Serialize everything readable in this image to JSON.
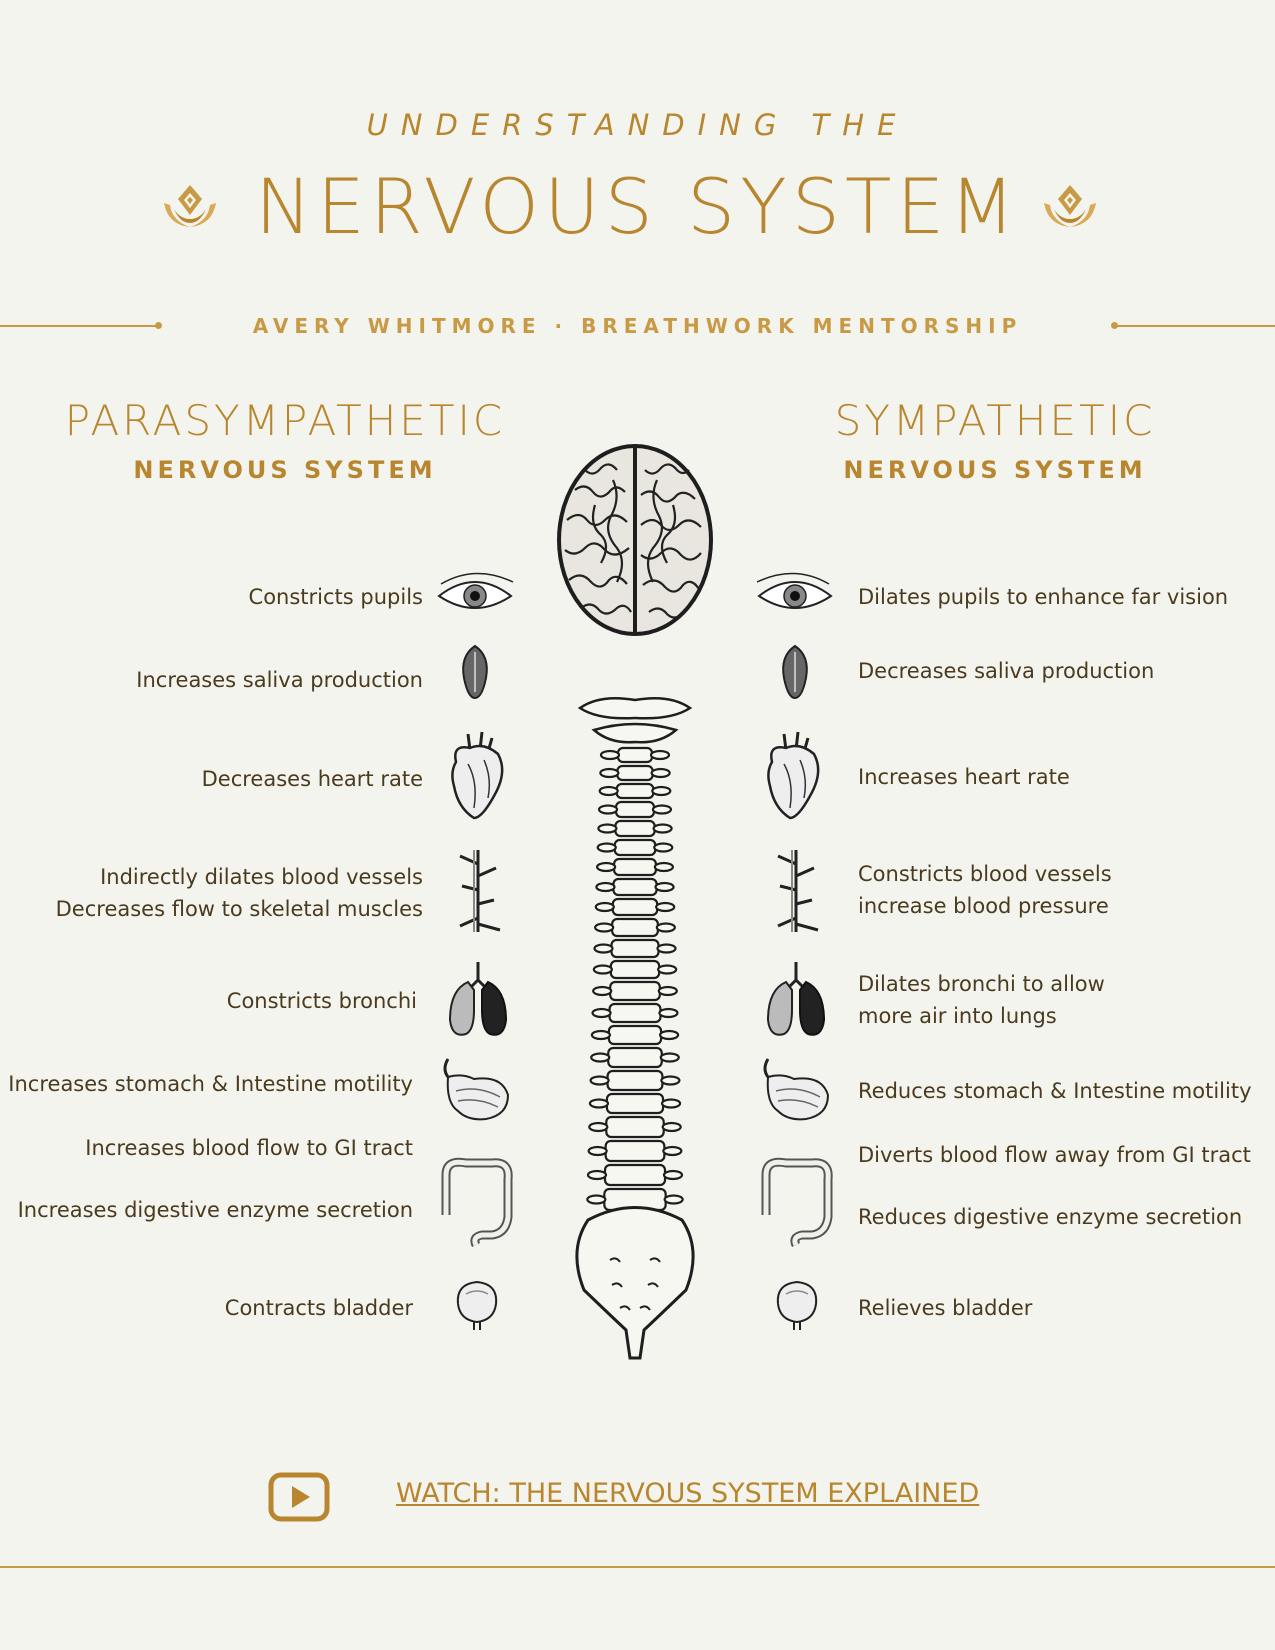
{
  "header": {
    "kicker": "UNDERSTANDING THE",
    "title": "NERVOUS SYSTEM",
    "subtitle": "AVERY WHITMORE · BREATHWORK MENTORSHIP"
  },
  "parasympathetic": {
    "title": "PARASYMPATHETIC",
    "subtitle": "NERVOUS SYSTEM",
    "items": [
      {
        "text": "Constricts pupils"
      },
      {
        "text": "Increases saliva production"
      },
      {
        "text": "Decreases heart rate"
      },
      {
        "line1": "Indirectly dilates blood vessels",
        "line2": "Decreases flow to skeletal muscles"
      },
      {
        "text": "Constricts bronchi"
      },
      {
        "text": "Increases stomach & Intestine motility"
      },
      {
        "text": "Increases blood flow to GI tract"
      },
      {
        "text": "Increases digestive enzyme secretion"
      },
      {
        "text": "Contracts bladder"
      }
    ]
  },
  "sympathetic": {
    "title": "SYMPATHETIC",
    "subtitle": "NERVOUS SYSTEM",
    "items": [
      {
        "text": "Dilates pupils to enhance far vision"
      },
      {
        "text": "Decreases saliva production"
      },
      {
        "text": "Increases heart rate"
      },
      {
        "line1": "Constricts blood vessels",
        "line2": "increase blood pressure"
      },
      {
        "line1": "Dilates bronchi to allow",
        "line2": "more air into lungs"
      },
      {
        "text": "Reduces stomach & Intestine motility"
      },
      {
        "text": "Diverts blood flow away from GI tract"
      },
      {
        "text": "Reduces digestive enzyme secretion"
      },
      {
        "text": "Relieves bladder"
      }
    ]
  },
  "footer": {
    "link_label": "WATCH: THE NERVOUS SYSTEM EXPLAINED",
    "link_icon": "play-icon"
  },
  "colors": {
    "background": "#f4f4ef",
    "gold": "#b8862f",
    "text": "#4a3a1e"
  }
}
